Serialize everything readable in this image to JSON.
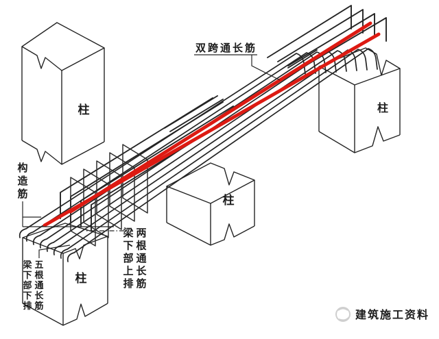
{
  "labels": {
    "double_span_bar": "双跨通长筋",
    "construction_bar": "构造筋",
    "two_bars": "两根通长筋",
    "two_bars_row": "梁下部上排",
    "five_bars": "五根通长筋",
    "five_bars_row": "梁下部下排",
    "column": "柱"
  },
  "watermark": {
    "text": "建筑施工资料",
    "icon": "leaf-logo-icon"
  },
  "colors": {
    "highlight_red": "#dd1a12",
    "ink": "#242424",
    "watermark_gray": "#c8c8c8"
  }
}
